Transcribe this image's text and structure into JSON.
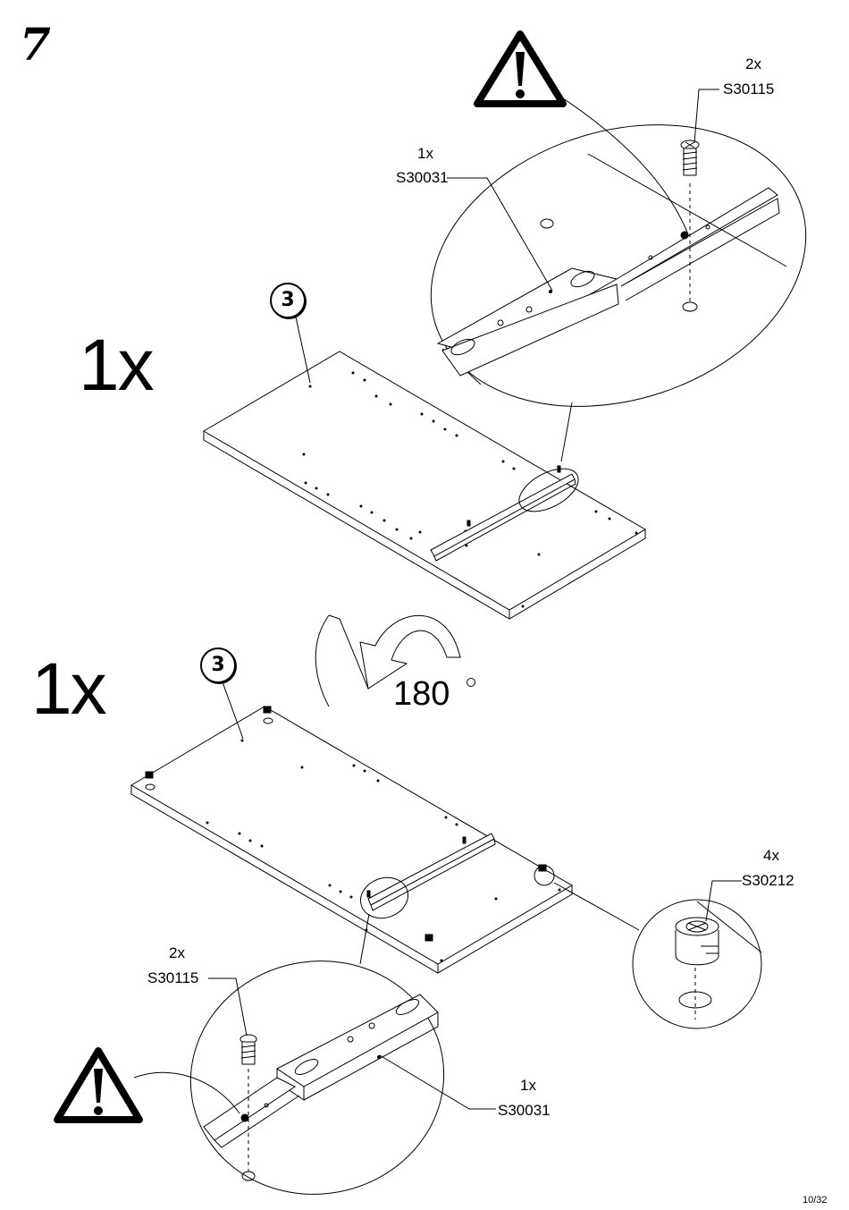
{
  "step_number": "7",
  "page_number": "10/32",
  "top_section": {
    "quantity": "1x",
    "part_badge": "3",
    "rail_callout": {
      "qty": "1x",
      "code": "S30031"
    },
    "screw_callout": {
      "qty": "2x",
      "code": "S30115"
    }
  },
  "rotation": {
    "angle": "180"
  },
  "bottom_section": {
    "quantity": "1x",
    "part_badge": "3",
    "screw_callout": {
      "qty": "2x",
      "code": "S30115"
    },
    "rail_callout": {
      "qty": "1x",
      "code": "S30031"
    },
    "cam_callout": {
      "qty": "4x",
      "code": "S30212"
    }
  },
  "icons": [
    "warning-icon",
    "screw-icon",
    "cam-lock-icon",
    "rotate-arrow-icon",
    "drawer-rail-icon"
  ]
}
